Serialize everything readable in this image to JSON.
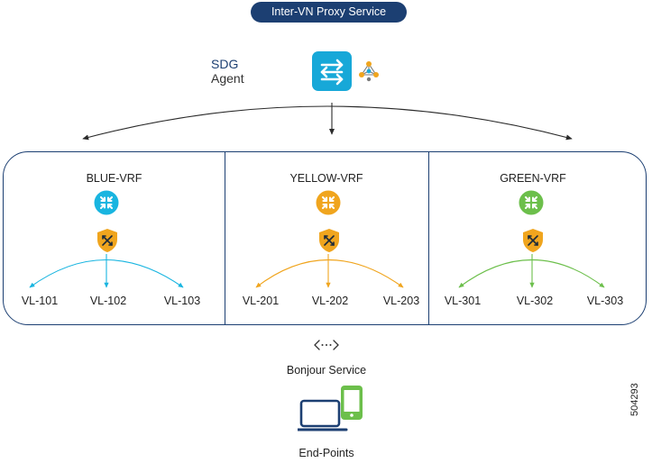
{
  "title": "Inter-VN Proxy Service",
  "sdg": {
    "line1": "SDG",
    "line2": "Agent",
    "switch_icon": "switch-icon",
    "hub_icon": "hub-icon"
  },
  "vrfs": [
    {
      "name": "BLUE-VRF",
      "color": "#19b5e0",
      "router_icon": "router-icon",
      "firewall_icon": "firewall-icon",
      "vlans": [
        "VL-101",
        "VL-102",
        "VL-103"
      ]
    },
    {
      "name": "YELLOW-VRF",
      "color": "#f0a51e",
      "router_icon": "router-icon",
      "firewall_icon": "firewall-icon",
      "vlans": [
        "VL-201",
        "VL-202",
        "VL-203"
      ]
    },
    {
      "name": "GREEN-VRF",
      "color": "#6cbf4b",
      "router_icon": "router-icon",
      "firewall_icon": "firewall-icon",
      "vlans": [
        "VL-301",
        "VL-302",
        "VL-303"
      ]
    }
  ],
  "bonjour": {
    "label": "Bonjour Service",
    "icon": "bidirectional-arrow-icon"
  },
  "endpoints": {
    "label": "End-Points",
    "icon": "laptop-phone-icon"
  },
  "figure_number": "504293",
  "colors": {
    "navy": "#1c3f72",
    "cyan": "#17a8d8",
    "firewall": "#f0a51e",
    "device_green": "#6cbf4b",
    "device_navy": "#1c3f72"
  }
}
